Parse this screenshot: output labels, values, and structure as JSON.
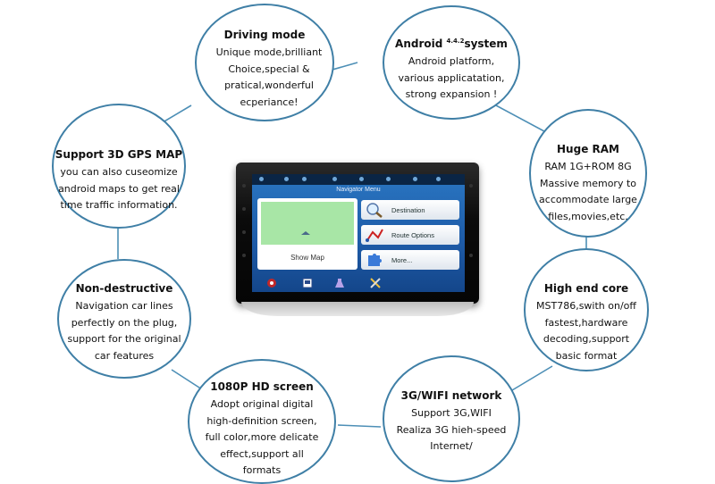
{
  "colors": {
    "circle_border": "#3f7fa6",
    "screen_blue": "#1d5aa6",
    "map_green": "#a8e6a6"
  },
  "features": {
    "driving_mode": {
      "title": "Driving mode",
      "body": "Unique mode,brilliant\nChoice,special &\npratical,wonderful\necperiance!"
    },
    "android": {
      "title": "Android",
      "version": "4.4.2",
      "title_suffix": "system",
      "body": "Android platform,\nvarious applicatation,\nstrong expansion !"
    },
    "gps": {
      "title": "Support 3D GPS MAP",
      "body": "you can also cuseomize\nandroid maps to get real\ntime traffic information."
    },
    "ram": {
      "title": "Huge RAM",
      "body": "RAM 1G+ROM 8G\nMassive memory to\naccommodate large\nfiles,movies,etc."
    },
    "non_destructive": {
      "title": "Non-destructive",
      "body": "Navigation car lines\nperfectly on the plug,\nsupport for  the original\ncar  features"
    },
    "core": {
      "title": "High end core",
      "body": "MST786,swith on/off\nfastest,hardware\ndecoding,support\nbasic format"
    },
    "hd_screen": {
      "title": "1080P HD screen",
      "body": "Adopt original digital\nhigh-definition screen,\nfull color,more delicate\neffect,support all\nformats"
    },
    "network": {
      "title": "3G/WIFI network",
      "body": "Support 3G,WIFI\nRealiza 3G hieh-speed\nInternet/"
    }
  },
  "device": {
    "menu_title": "Navigator Menu",
    "show_map": "Show Map",
    "buttons": [
      "Destination",
      "Route Options",
      "More..."
    ],
    "icons": [
      "globe-icon",
      "magnifier-icon",
      "route-icon",
      "puzzle-icon",
      "flag-icon",
      "settings-icon",
      "flask-icon",
      "tools-icon"
    ]
  }
}
